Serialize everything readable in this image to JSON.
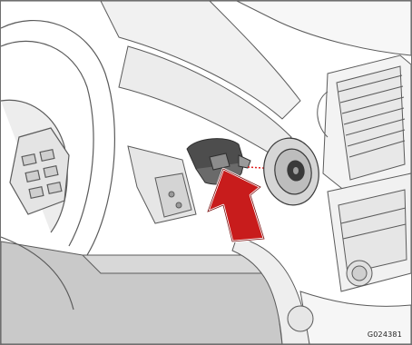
{
  "figure": {
    "image_code": "G024381",
    "colors": {
      "background": "#ffffff",
      "line": "#5b5b5b",
      "dashboard_fill": "#f1f1f1",
      "shadow_fill": "#c9c9c9",
      "key_fill": "#4d4d4d",
      "slot_fill": "#d6d6d6",
      "slot_center": "#3a3a3a",
      "arrow_fill": "#c81c1c",
      "arrow_outline": "#ffffff",
      "guide_dot": "#e02020"
    },
    "icons": [
      "steering-wheel",
      "ignition-key",
      "ignition-slot",
      "insert-arrow",
      "air-vent"
    ]
  }
}
